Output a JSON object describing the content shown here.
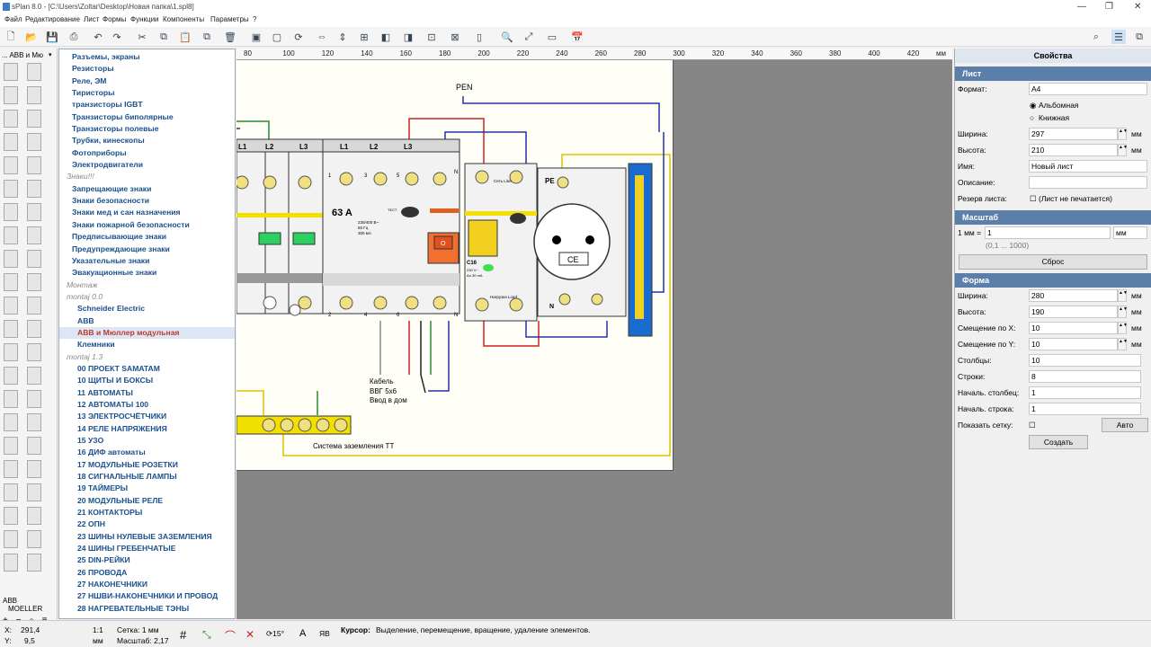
{
  "window": {
    "title": "sPlan 8.0 - [C:\\Users\\Zoltar\\Desktop\\Новая папка\\1.spl8]"
  },
  "menu": [
    "Файл",
    "Редактирование",
    "Лист",
    "Формы",
    "Функции",
    "Компоненты",
    "Параметры",
    "?"
  ],
  "library": {
    "selector": "... ABB и Мю",
    "footer_left": "ABB",
    "footer_right": "MOELLER"
  },
  "tree": {
    "items": [
      {
        "label": "Разъемы, экраны",
        "type": "item"
      },
      {
        "label": "Резисторы",
        "type": "item"
      },
      {
        "label": "Реле, ЭМ",
        "type": "item"
      },
      {
        "label": "Тиристоры",
        "type": "item"
      },
      {
        "label": "транзисторы IGBT",
        "type": "item"
      },
      {
        "label": "Транзисторы биполярные",
        "type": "item"
      },
      {
        "label": "Транзисторы полевые",
        "type": "item"
      },
      {
        "label": "Трубки, кинескопы",
        "type": "item"
      },
      {
        "label": "Фотоприборы",
        "type": "item"
      },
      {
        "label": "Электродвигатели",
        "type": "item"
      },
      {
        "label": "Знаки!!!",
        "type": "group"
      },
      {
        "label": "Запрещающие знаки",
        "type": "item"
      },
      {
        "label": "Знаки безопасности",
        "type": "item"
      },
      {
        "label": "Знаки мед и сан назначения",
        "type": "item"
      },
      {
        "label": "Знаки пожарной безопасности",
        "type": "item"
      },
      {
        "label": "Предписывающие знаки",
        "type": "item"
      },
      {
        "label": "Предупреждающие знаки",
        "type": "item"
      },
      {
        "label": "Указательные знаки",
        "type": "item"
      },
      {
        "label": "Эвакуационные знаки",
        "type": "item"
      },
      {
        "label": "Монтаж",
        "type": "group"
      },
      {
        "label": "montaj 0.0",
        "type": "group2"
      },
      {
        "label": "Schneider Electric",
        "type": "sub"
      },
      {
        "label": "ABB",
        "type": "sub"
      },
      {
        "label": "ABB и Мюллер модульная",
        "type": "selected"
      },
      {
        "label": "Клемники",
        "type": "sub"
      },
      {
        "label": "montaj 1.3",
        "type": "group2"
      },
      {
        "label": "00 ПРОЕКТ SAMATAM",
        "type": "sub"
      },
      {
        "label": "10 ЩИТЫ И БОКСЫ",
        "type": "sub"
      },
      {
        "label": "11 АВТОМАТЫ",
        "type": "sub"
      },
      {
        "label": "12 АВТОМАТЫ 100",
        "type": "sub"
      },
      {
        "label": "13 ЭЛЕКТРОСЧЁТЧИКИ",
        "type": "sub"
      },
      {
        "label": "14 РЕЛЕ НАПРЯЖЕНИЯ",
        "type": "sub"
      },
      {
        "label": "15 УЗО",
        "type": "sub"
      },
      {
        "label": "16 ДИФ автоматы",
        "type": "sub"
      },
      {
        "label": "17 МОДУЛЬНЫЕ РОЗЕТКИ",
        "type": "sub"
      },
      {
        "label": "18 СИГНАЛЬНЫЕ ЛАМПЫ",
        "type": "sub"
      },
      {
        "label": "19 ТАЙМЕРЫ",
        "type": "sub"
      },
      {
        "label": "20 МОДУЛЬНЫЕ РЕЛЕ",
        "type": "sub"
      },
      {
        "label": "21 КОНТАКТОРЫ",
        "type": "sub"
      },
      {
        "label": "22 ОПН",
        "type": "sub"
      },
      {
        "label": "23 ШИНЫ НУЛЕВЫЕ ЗАЗЕМЛЕНИЯ",
        "type": "sub"
      },
      {
        "label": "24 ШИНЫ ГРЕБЕНЧАТЫЕ",
        "type": "sub"
      },
      {
        "label": "25 DIN-РЕЙКИ",
        "type": "sub"
      },
      {
        "label": "26 ПРОВОДА",
        "type": "sub"
      },
      {
        "label": "27 НАКОНЕЧНИКИ",
        "type": "sub"
      },
      {
        "label": "27 НШВИ-НАКОНЕЧНИКИ И ПРОВОД",
        "type": "sub"
      },
      {
        "label": "28 НАГРЕВАТЕЛЬНЫЕ ТЭНЫ",
        "type": "sub"
      }
    ]
  },
  "ruler": {
    "ticks": [
      "80",
      "100",
      "120",
      "140",
      "160",
      "180",
      "200",
      "220",
      "240",
      "260",
      "280",
      "300",
      "320",
      "340",
      "360",
      "380",
      "400",
      "420"
    ],
    "unit": "мм"
  },
  "drawing": {
    "pen": "PEN",
    "l1": "L1",
    "l2": "L2",
    "l3": "L3",
    "amp": "63 A",
    "test": "ТЕСТ",
    "rcd_spec1": "230/400 В~",
    "rcd_spec2": "50 Гц",
    "rcd_spec3": "300 мА",
    "n": "N",
    "num1": "1",
    "num2": "2",
    "num3": "3",
    "num4": "4",
    "num5": "5",
    "num6": "6",
    "line": "Сеть Line",
    "load": "Нагрузка Load",
    "c16": "C16",
    "c16a": "230 V~",
    "c16b": "Δn 30 mA",
    "pe": "PE",
    "ce": "CE",
    "cable1": "Кабель",
    "cable2": "ВВГ 5х6",
    "cable3": "Ввод в дом",
    "ground": "Система заземления ТТ",
    "o": "O"
  },
  "properties": {
    "header": "Свойства",
    "sheet_title": "Лист",
    "format_label": "Формат:",
    "format_value": "A4",
    "landscape": "Альбомная",
    "portrait": "Книжная",
    "width_label": "Ширина:",
    "width_value": "297",
    "height_label": "Высота:",
    "height_value": "210",
    "name_label": "Имя:",
    "name_value": "Новый лист",
    "desc_label": "Описание:",
    "desc_value": "",
    "reserve_label": "Резерв листа:",
    "reserve_value": "(Лист не печатается)",
    "unit": "мм",
    "scale_title": "Масштаб",
    "scale_label": "1 мм =",
    "scale_value": "1",
    "scale_unit": "мм",
    "scale_range": "(0,1 ... 1000)",
    "reset": "Сброс",
    "shape_title": "Форма",
    "s_width_label": "Ширина:",
    "s_width": "280",
    "s_height_label": "Высота:",
    "s_height": "190",
    "offx_label": "Смещение по X:",
    "offx": "10",
    "offy_label": "Смещение по Y:",
    "offy": "10",
    "cols_label": "Столбцы:",
    "cols": "10",
    "rows_label": "Строки:",
    "rows": "8",
    "scol_label": "Началь. столбец:",
    "scol": "1",
    "srow_label": "Началь. строка:",
    "srow": "1",
    "grid_label": "Показать сетку:",
    "auto": "Авто",
    "create": "Создать"
  },
  "status": {
    "x_label": "X:",
    "x": "291,4",
    "y_label": "Y:",
    "y": "9,5",
    "scale_top": "1:1",
    "scale_bottom": "мм",
    "grid": "Сетка: 1 мм",
    "zoom": "Масштаб: 2,17",
    "angle": "15°",
    "cursor_label": "Курсор:",
    "cursor_text": "Выделение, перемещение, вращение, удаление элементов."
  }
}
